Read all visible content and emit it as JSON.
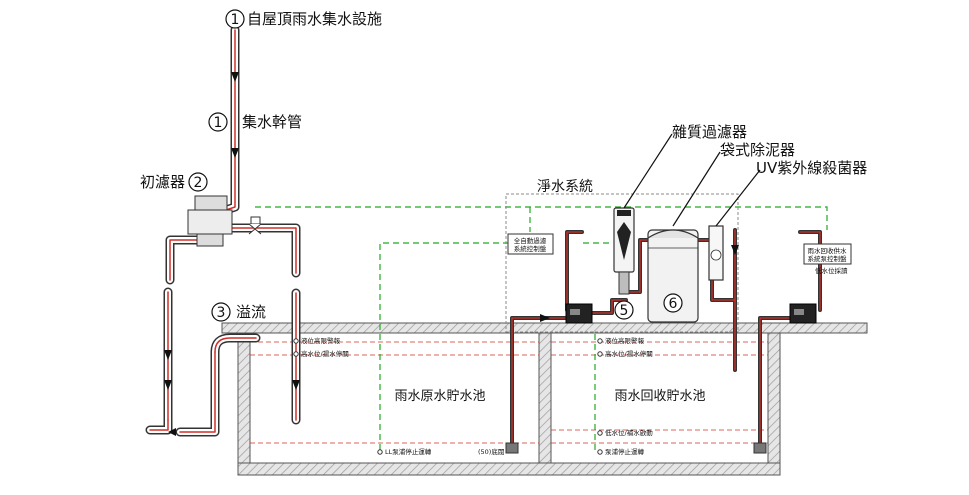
{
  "labels": {
    "roof": "自屋頂雨水集水設施",
    "main_pipe": "集水幹管",
    "first_filter": "初濾器",
    "overflow": "溢流",
    "purify_system": "淨水系統",
    "impurity_filter": "雜質過濾器",
    "bag_desilter": "袋式除泥器",
    "uv": "UV紫外線殺菌器",
    "raw_pool": "雨水原水貯水池",
    "recycle_pool": "雨水回收貯水池"
  },
  "markers": {
    "m1a": "1",
    "m1b": "1",
    "m2": "2",
    "m3": "3",
    "m5": "5",
    "m6": "6"
  },
  "panels": {
    "auto_filter_line1": "全自動過濾",
    "auto_filter_line2": "系統控制盤",
    "recycle_pump_line1": "雨水回收供水",
    "recycle_pump_line2": "系統泵控制盤"
  },
  "sensors": {
    "raw_high_alarm": "液位高限警報",
    "raw_high_stop": "高水位/揚水停關",
    "raw_low_stop": "LL泵浦停止運轉",
    "raw_drain": "(50)底閥",
    "rec_high_alarm": "液位高限警報",
    "rec_high_stop": "高水位/揚水停關",
    "rec_low_start": "低水位/補水啟動",
    "rec_pump_stop": "泵浦停止運轉",
    "low_level_alarm": "低水位採讀"
  },
  "colors": {
    "pipe": "#d0302a",
    "pipe_outline": "#333333",
    "signal": "#22aa22",
    "ground": "#cccccc",
    "pool_wall": "#555555"
  }
}
